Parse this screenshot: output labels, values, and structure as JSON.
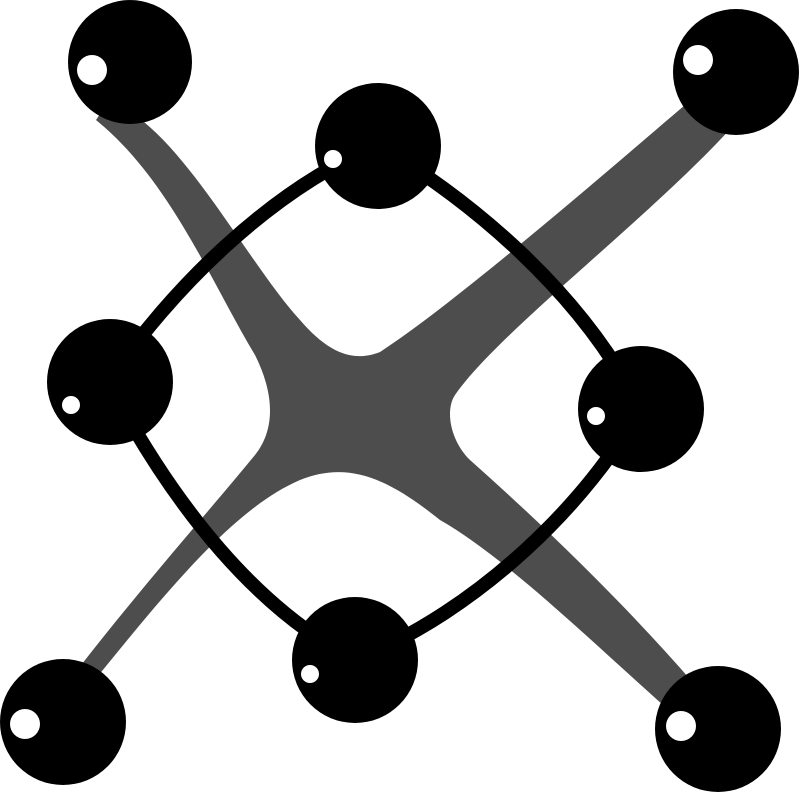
{
  "diagram": {
    "type": "network-graph-icon",
    "colors": {
      "background": "#ffffff",
      "node": "#000000",
      "node_highlight": "#ffffff",
      "ring": "#000000",
      "cross": "#4d4d4d"
    },
    "nodes": [
      {
        "id": "top-left",
        "role": "corner"
      },
      {
        "id": "top-right",
        "role": "corner"
      },
      {
        "id": "bottom-left",
        "role": "corner"
      },
      {
        "id": "bottom-right",
        "role": "corner"
      },
      {
        "id": "top",
        "role": "ring"
      },
      {
        "id": "left",
        "role": "ring"
      },
      {
        "id": "right",
        "role": "ring"
      },
      {
        "id": "bottom",
        "role": "ring"
      }
    ],
    "edges": [
      {
        "from": "top",
        "to": "right",
        "style": "ring"
      },
      {
        "from": "right",
        "to": "bottom",
        "style": "ring"
      },
      {
        "from": "bottom",
        "to": "left",
        "style": "ring"
      },
      {
        "from": "left",
        "to": "top",
        "style": "ring"
      },
      {
        "from": "top-left",
        "to": "bottom-right",
        "style": "cross"
      },
      {
        "from": "top-right",
        "to": "bottom-left",
        "style": "cross"
      }
    ]
  }
}
